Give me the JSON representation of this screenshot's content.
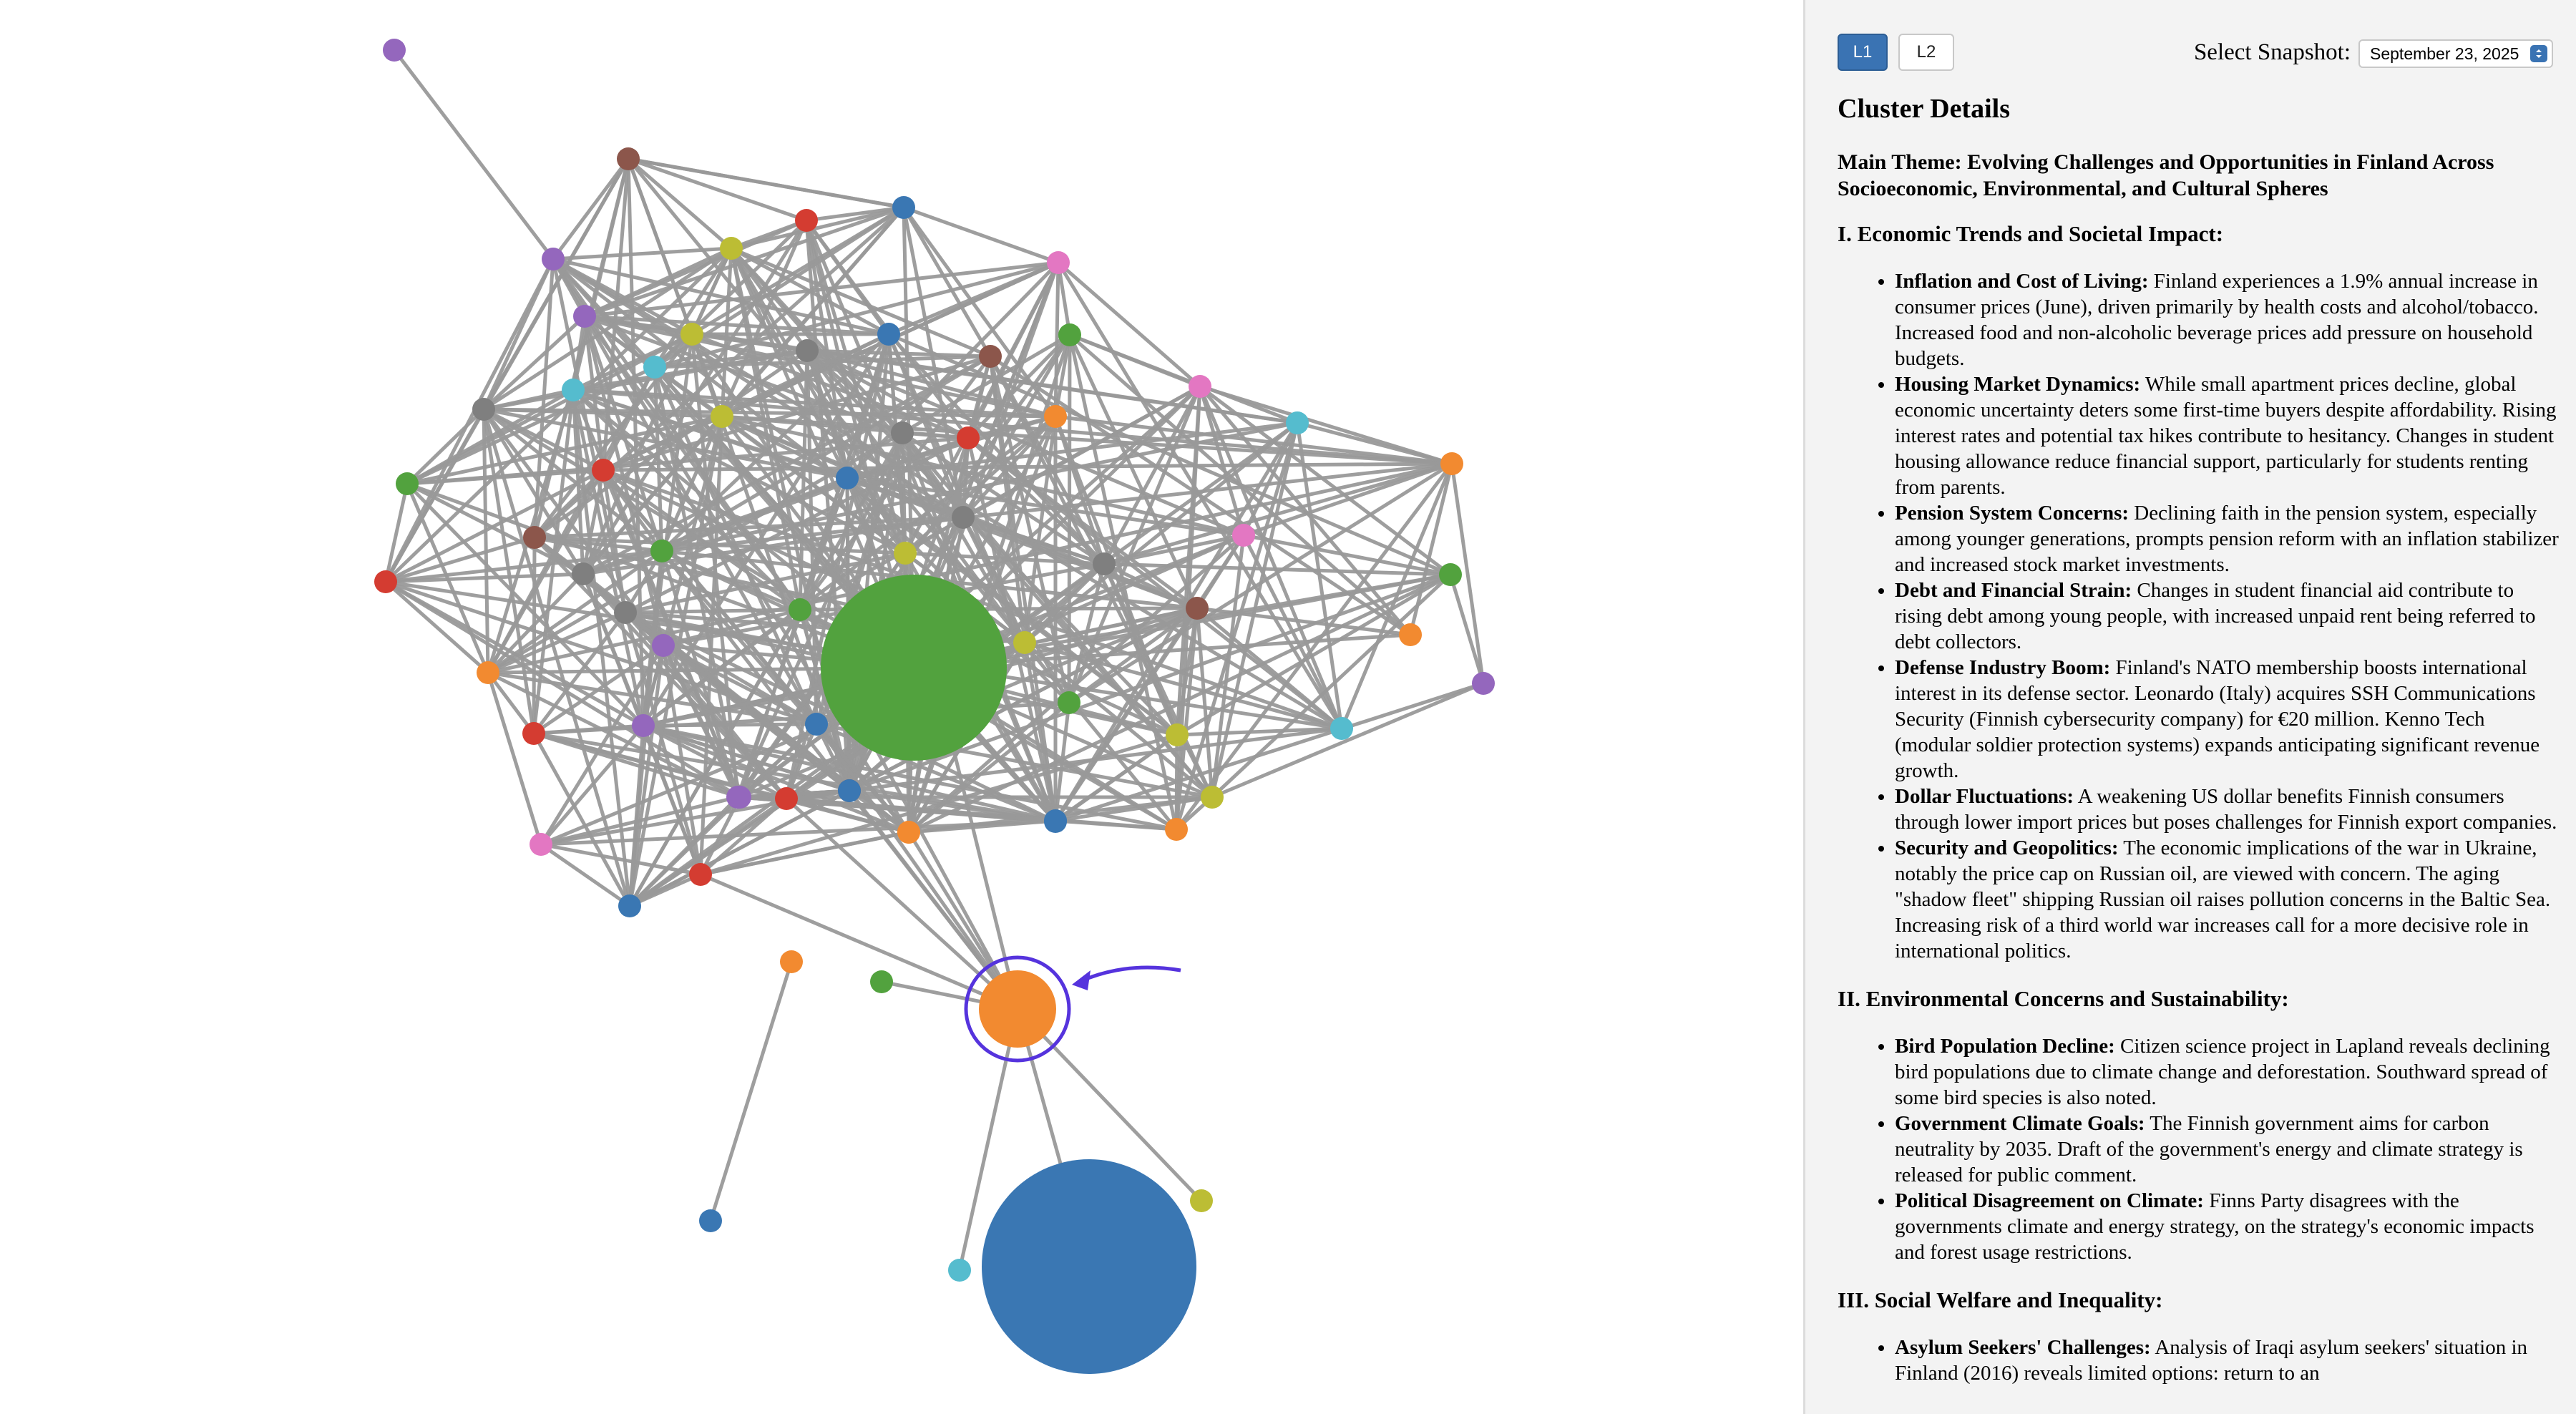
{
  "window": {
    "level_buttons": [
      {
        "label": "L1",
        "active": true
      },
      {
        "label": "L2",
        "active": false
      }
    ],
    "snapshot_label": "Select Snapshot:",
    "snapshot_value": "September 23, 2025"
  },
  "panel": {
    "title": "Cluster Details",
    "main_theme": "Main Theme: Evolving Challenges and Opportunities in Finland Across Socioeconomic, Environmental, and Cultural Spheres",
    "sections": [
      {
        "heading": "I. Economic Trends and Societal Impact:",
        "items": [
          {
            "title": "Inflation and Cost of Living:",
            "text": "Finland experiences a 1.9% annual increase in consumer prices (June), driven primarily by health costs and alcohol/tobacco. Increased food and non-alcoholic beverage prices add pressure on household budgets."
          },
          {
            "title": "Housing Market Dynamics:",
            "text": "While small apartment prices decline, global economic uncertainty deters some first-time buyers despite affordability. Rising interest rates and potential tax hikes contribute to hesitancy. Changes in student housing allowance reduce financial support, particularly for students renting from parents."
          },
          {
            "title": "Pension System Concerns:",
            "text": "Declining faith in the pension system, especially among younger generations, prompts pension reform with an inflation stabilizer and increased stock market investments."
          },
          {
            "title": "Debt and Financial Strain:",
            "text": "Changes in student financial aid contribute to rising debt among young people, with increased unpaid rent being referred to debt collectors."
          },
          {
            "title": "Defense Industry Boom:",
            "text": "Finland's NATO membership boosts international interest in its defense sector. Leonardo (Italy) acquires SSH Communications Security (Finnish cybersecurity company) for €20 million. Kenno Tech (modular soldier protection systems) expands anticipating significant revenue growth."
          },
          {
            "title": "Dollar Fluctuations:",
            "text": "A weakening US dollar benefits Finnish consumers through lower import prices but poses challenges for Finnish export companies."
          },
          {
            "title": "Security and Geopolitics:",
            "text": "The economic implications of the war in Ukraine, notably the price cap on Russian oil, are viewed with concern. The aging \"shadow fleet\" shipping Russian oil raises pollution concerns in the Baltic Sea. Increasing risk of a third world war increases call for a more decisive role in international politics."
          }
        ]
      },
      {
        "heading": "II. Environmental Concerns and Sustainability:",
        "items": [
          {
            "title": "Bird Population Decline:",
            "text": "Citizen science project in Lapland reveals declining bird populations due to climate change and deforestation. Southward spread of some bird species is also noted."
          },
          {
            "title": "Government Climate Goals:",
            "text": "The Finnish government aims for carbon neutrality by 2035. Draft of the government's energy and climate strategy is released for public comment."
          },
          {
            "title": "Political Disagreement on Climate:",
            "text": "Finns Party disagrees with the governments climate and energy strategy, on the strategy's economic impacts and forest usage restrictions."
          }
        ]
      },
      {
        "heading": "III. Social Welfare and Inequality:",
        "items": [
          {
            "title": "Asylum Seekers' Challenges:",
            "text": "Analysis of Iraqi asylum seekers' situation in Finland (2016) reveals limited options: return to an"
          }
        ]
      }
    ]
  },
  "graph": {
    "palette": {
      "blue": "#3a77b3",
      "orange": "#f28a30",
      "green": "#52a23e",
      "red": "#d43c31",
      "purple": "#9467bd",
      "brown": "#8c564b",
      "pink": "#e377c2",
      "gray": "#7f7f7f",
      "olive": "#bcbd34",
      "cyan": "#55bcce",
      "highlight": "#5533dd"
    },
    "node_colors": [
      "purple",
      "brown",
      "purple",
      "purple",
      "red",
      "blue",
      "olive",
      "pink",
      "olive",
      "gray",
      "blue",
      "brown",
      "cyan",
      "cyan",
      "gray",
      "olive",
      "gray",
      "red",
      "orange",
      "pink",
      "green",
      "cyan",
      "green",
      "red",
      "orange",
      "blue",
      "brown",
      "green",
      "gray",
      "red",
      "gray",
      "olive",
      "gray",
      "green",
      "gray",
      "pink",
      "green",
      "purple",
      "orange",
      "olive",
      "purple",
      "brown",
      "orange",
      "red",
      "purple",
      "blue",
      "orange",
      "purple",
      "red",
      "brown",
      "red",
      "blue",
      "pink",
      "green",
      "orange",
      "blue",
      "olive",
      "olive",
      "cyan",
      "blue",
      "green",
      "orange",
      "cyan",
      "olive",
      "blue",
      "blue",
      "purple",
      "orange"
    ],
    "special_nodes": [
      {
        "id": "big-green",
        "color": "green"
      },
      {
        "id": "selected-orange",
        "color": "orange",
        "selected": true
      },
      {
        "id": "big-blue",
        "color": "blue"
      }
    ]
  }
}
